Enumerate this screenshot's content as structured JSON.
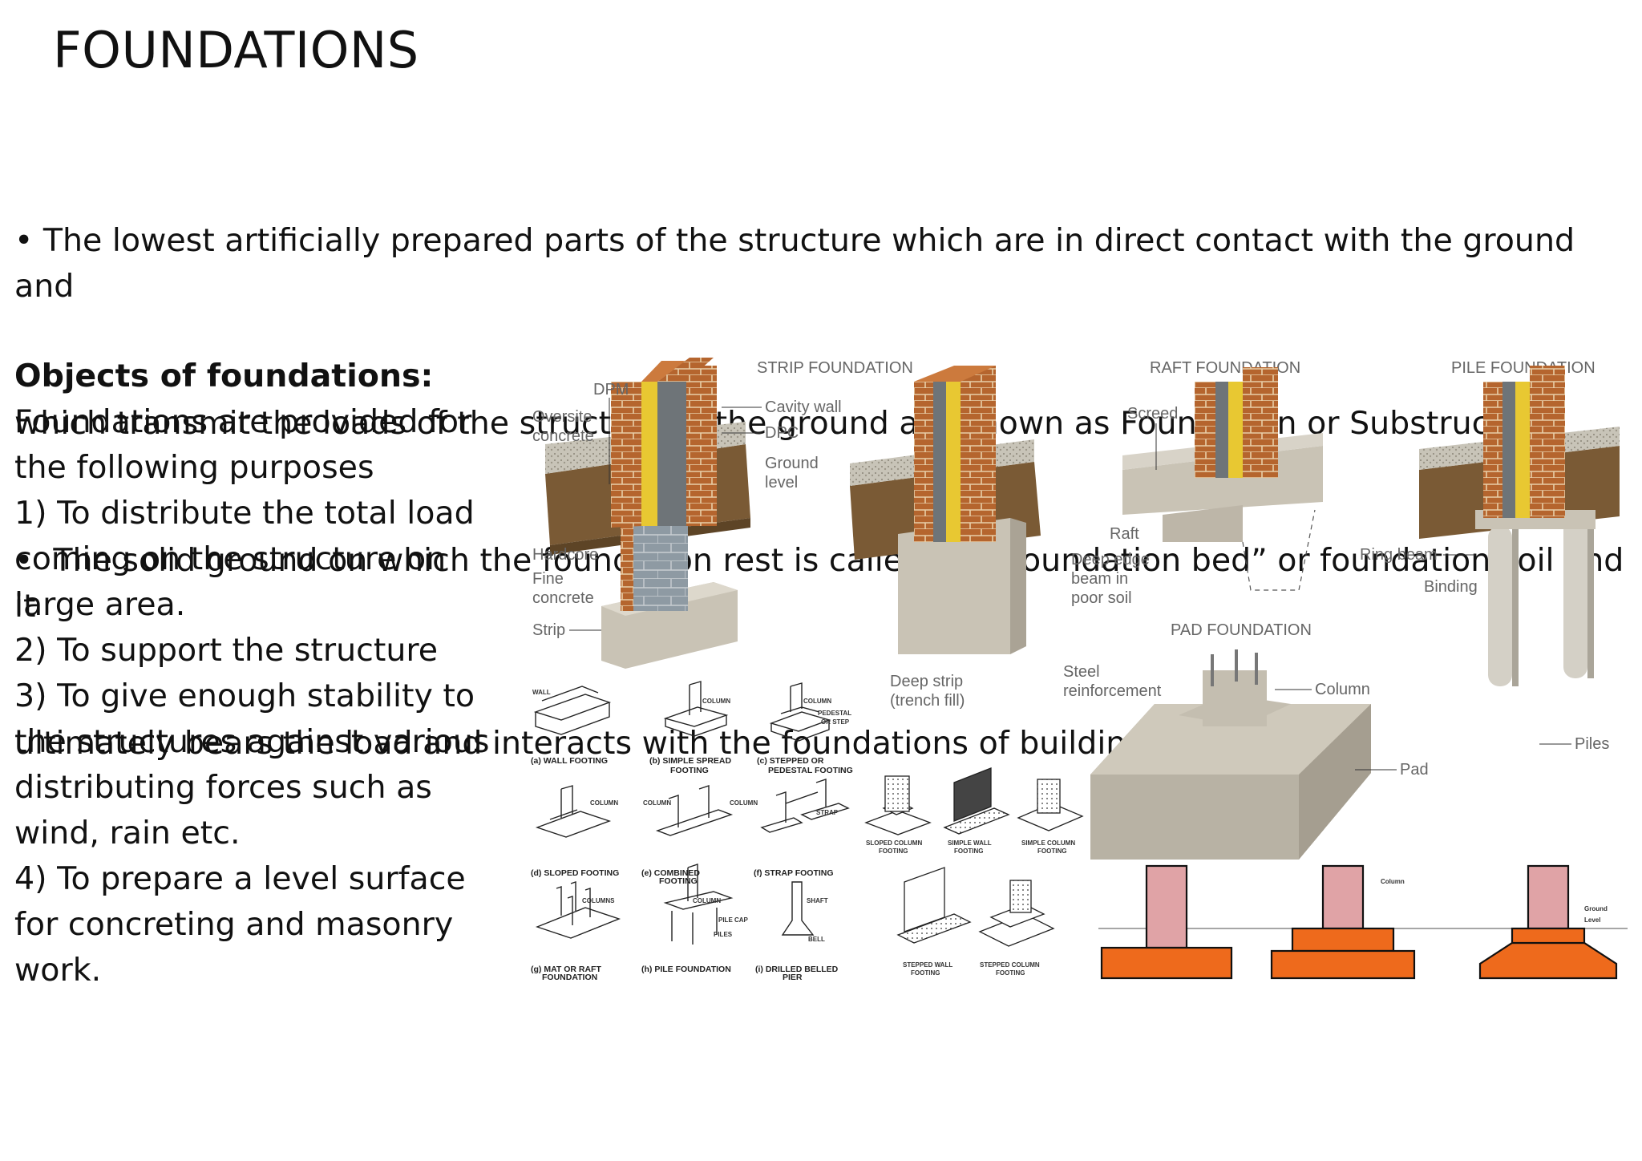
{
  "slide": {
    "title": "FOUNDATIONS",
    "intro": [
      "• The lowest artificially prepared parts of the structure which are in direct contact with the ground and",
      "which transmit the loads of the structure to the ground are known as Foundation or Substructure.",
      "•  The solid ground on which the foundation rest is called the “foundation bed” or foundation soil and it",
      "ultimately bears the load and interacts with the foundations of buildings."
    ],
    "objects": {
      "heading": "Objects of foundations:",
      "lines": [
        "Foundations are provided for",
        "the following purposes",
        "1) To distribute the total load",
        "coming on the structure on",
        "large area.",
        "2) To support the structure",
        "3) To give enough stability to",
        "the structures against various",
        "distributing forces such as",
        "wind, rain etc.",
        "4) To prepare a level surface",
        "for concreting and masonry",
        "work."
      ]
    }
  },
  "diagram": {
    "headings": {
      "strip": "STRIP FOUNDATION",
      "raft": "RAFT FOUNDATION",
      "pile": "PILE FOUNDATION",
      "pad": "PAD FOUNDATION"
    },
    "strip_labels": {
      "dpm": "DPM",
      "oversite1": "Oversite",
      "oversite2": "concrete",
      "cavity": "Cavity wall",
      "dpc": "DPC",
      "ground1": "Ground",
      "ground2": "level",
      "hardcore": "Hardcore",
      "fine1": "Fine",
      "fine2": "concrete",
      "strip": "Strip",
      "deep1": "Deep strip",
      "deep2": "(trench fill)"
    },
    "raft_labels": {
      "screed": "Screed",
      "raft": "Raft",
      "deep1": "Deep edge",
      "deep2": "beam in",
      "deep3": "poor soil"
    },
    "pile_labels": {
      "ring": "Ring beam",
      "binding": "Binding",
      "piles": "Piles"
    },
    "pad_labels": {
      "steel1": "Steel",
      "steel2": "reinforcement",
      "column": "Column",
      "pad": "Pad"
    },
    "footing_captions": {
      "a": "(a) WALL FOOTING",
      "b1": "(b) SIMPLE SPREAD",
      "b2": "FOOTING",
      "c1": "(c) STEPPED OR",
      "c2": "PEDESTAL FOOTING",
      "d": "(d) SLOPED FOOTING",
      "e1": "(e) COMBINED",
      "e2": "FOOTING",
      "f": "(f) STRAP FOOTING",
      "g1": "(g) MAT OR RAFT",
      "g2": "FOUNDATION",
      "h": "(h) PILE FOUNDATION",
      "i1": "(i) DRILLED BELLED",
      "i2": "PIER"
    },
    "footing_labels": {
      "wall": "WALL",
      "column": "COLUMN",
      "pedestal1": "PEDESTAL",
      "pedestal2": "OR STEP",
      "strap": "STRAP",
      "columns": "COLUMNS",
      "pilecap": "PILE CAP",
      "piles": "PILES",
      "shaft": "SHAFT",
      "bell": "BELL"
    },
    "iso_captions": {
      "sloped1": "SLOPED COLUMN",
      "sloped2": "FOOTING",
      "simplewall1": "SIMPLE WALL",
      "simplewall2": "FOOTING",
      "simplecol1": "SIMPLE COLUMN",
      "simplecol2": "FOOTING",
      "steppedwall1": "STEPPED WALL",
      "steppedwall2": "FOOTING",
      "steppedcol1": "STEPPED COLUMN",
      "steppedcol2": "FOOTING"
    },
    "section_labels": {
      "column": "Column",
      "ground1": "Ground",
      "ground2": "Level"
    },
    "colors": {
      "brick": "#b5652e",
      "concrete": "#cfc9bb",
      "earth": "#7a5a35",
      "insulation": "#e8c832",
      "column_pink": "#e0a3a6",
      "footing_orange": "#ee6a1c"
    }
  }
}
